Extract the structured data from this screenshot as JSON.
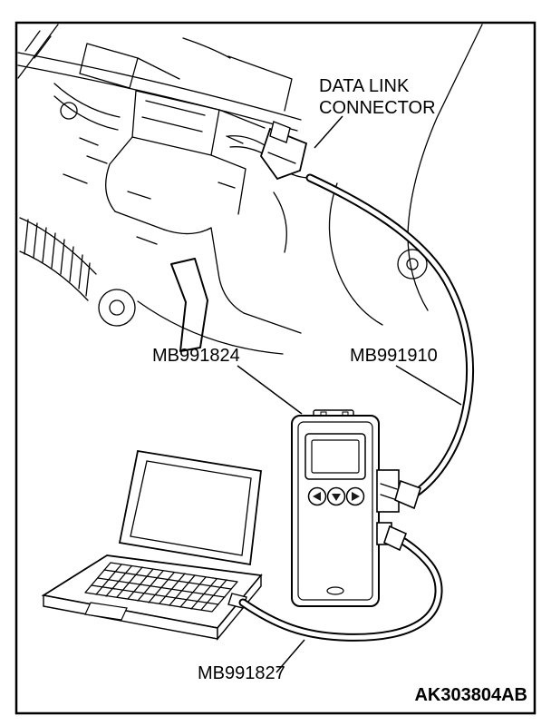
{
  "figure": {
    "callouts": {
      "data_link": {
        "line1": "DATA LINK",
        "line2": "CONNECTOR"
      },
      "vci": "MB991824",
      "cable_top": "MB991910",
      "cable_bottom": "MB991827"
    },
    "code": "AK303804AB",
    "colors": {
      "line": "#000000",
      "background": "#ffffff"
    }
  }
}
